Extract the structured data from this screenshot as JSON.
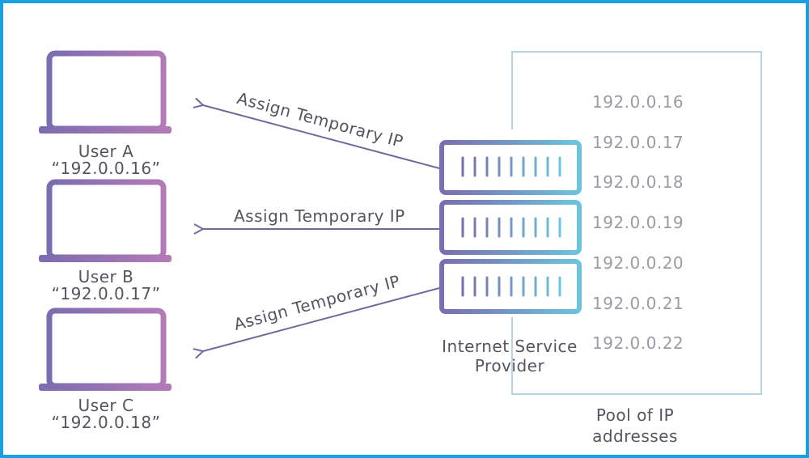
{
  "users": [
    {
      "name": "User A",
      "ip": "“192.0.0.16”"
    },
    {
      "name": "User B",
      "ip": "“192.0.0.17”"
    },
    {
      "name": "User C",
      "ip": "“192.0.0.18”"
    }
  ],
  "arrows": [
    {
      "label": "Assign Temporary IP"
    },
    {
      "label": "Assign Temporary IP"
    },
    {
      "label": "Assign Temporary IP"
    }
  ],
  "isp": {
    "label_line1": "Internet Service",
    "label_line2": "Provider"
  },
  "pool": {
    "label_line1": "Pool of IP",
    "label_line2": "addresses",
    "addresses": [
      "192.0.0.16",
      "192.0.0.17",
      "192.0.0.18",
      "192.0.0.19",
      "192.0.0.20",
      "192.0.0.21",
      "192.0.0.22"
    ]
  },
  "colors": {
    "frame": "#1aa0e0",
    "laptop_gradient_start": "#7a6db0",
    "laptop_gradient_end": "#b57ab8",
    "server_gradient_start": "#7a6db0",
    "server_gradient_end": "#6cc4df",
    "arrow": "#6e6a9c",
    "pool_box": "#9ec6d8",
    "pool_text": "#9b9ba3",
    "label_text": "#55555f"
  }
}
